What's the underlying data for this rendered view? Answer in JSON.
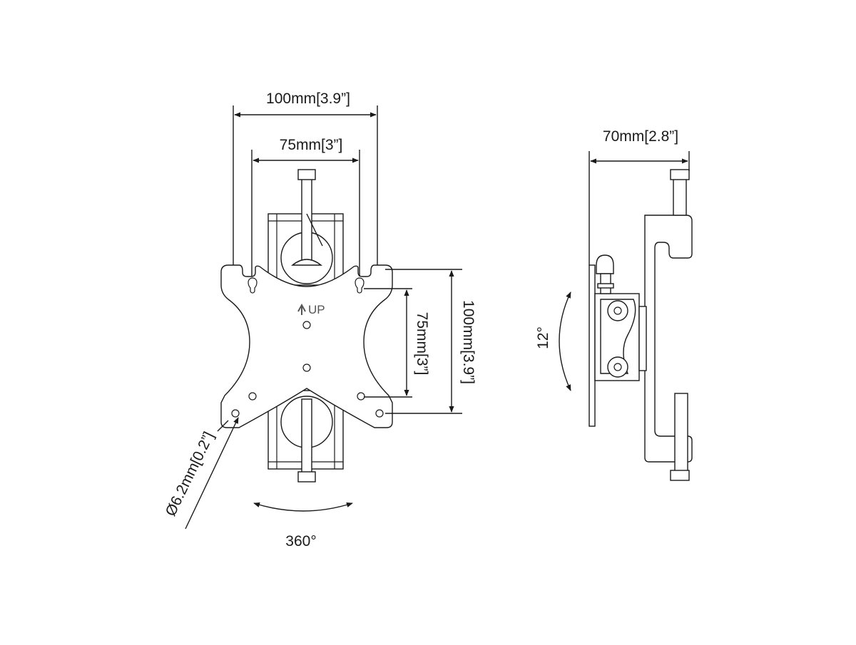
{
  "front_view": {
    "dim_width_outer": "100mm[3.9”]",
    "dim_width_inner": "75mm[3”]",
    "dim_height_inner": "75mm[3”]",
    "dim_height_outer": "100mm[3.9”]",
    "dim_hole": "Ø6.2mm[0.2”]",
    "rotation": "360°",
    "up_label": "UP"
  },
  "side_view": {
    "dim_depth": "70mm[2.8”]",
    "tilt": "12°"
  },
  "colors": {
    "line": "#1a1a1a",
    "background": "#ffffff",
    "label_gray": "#555555"
  }
}
